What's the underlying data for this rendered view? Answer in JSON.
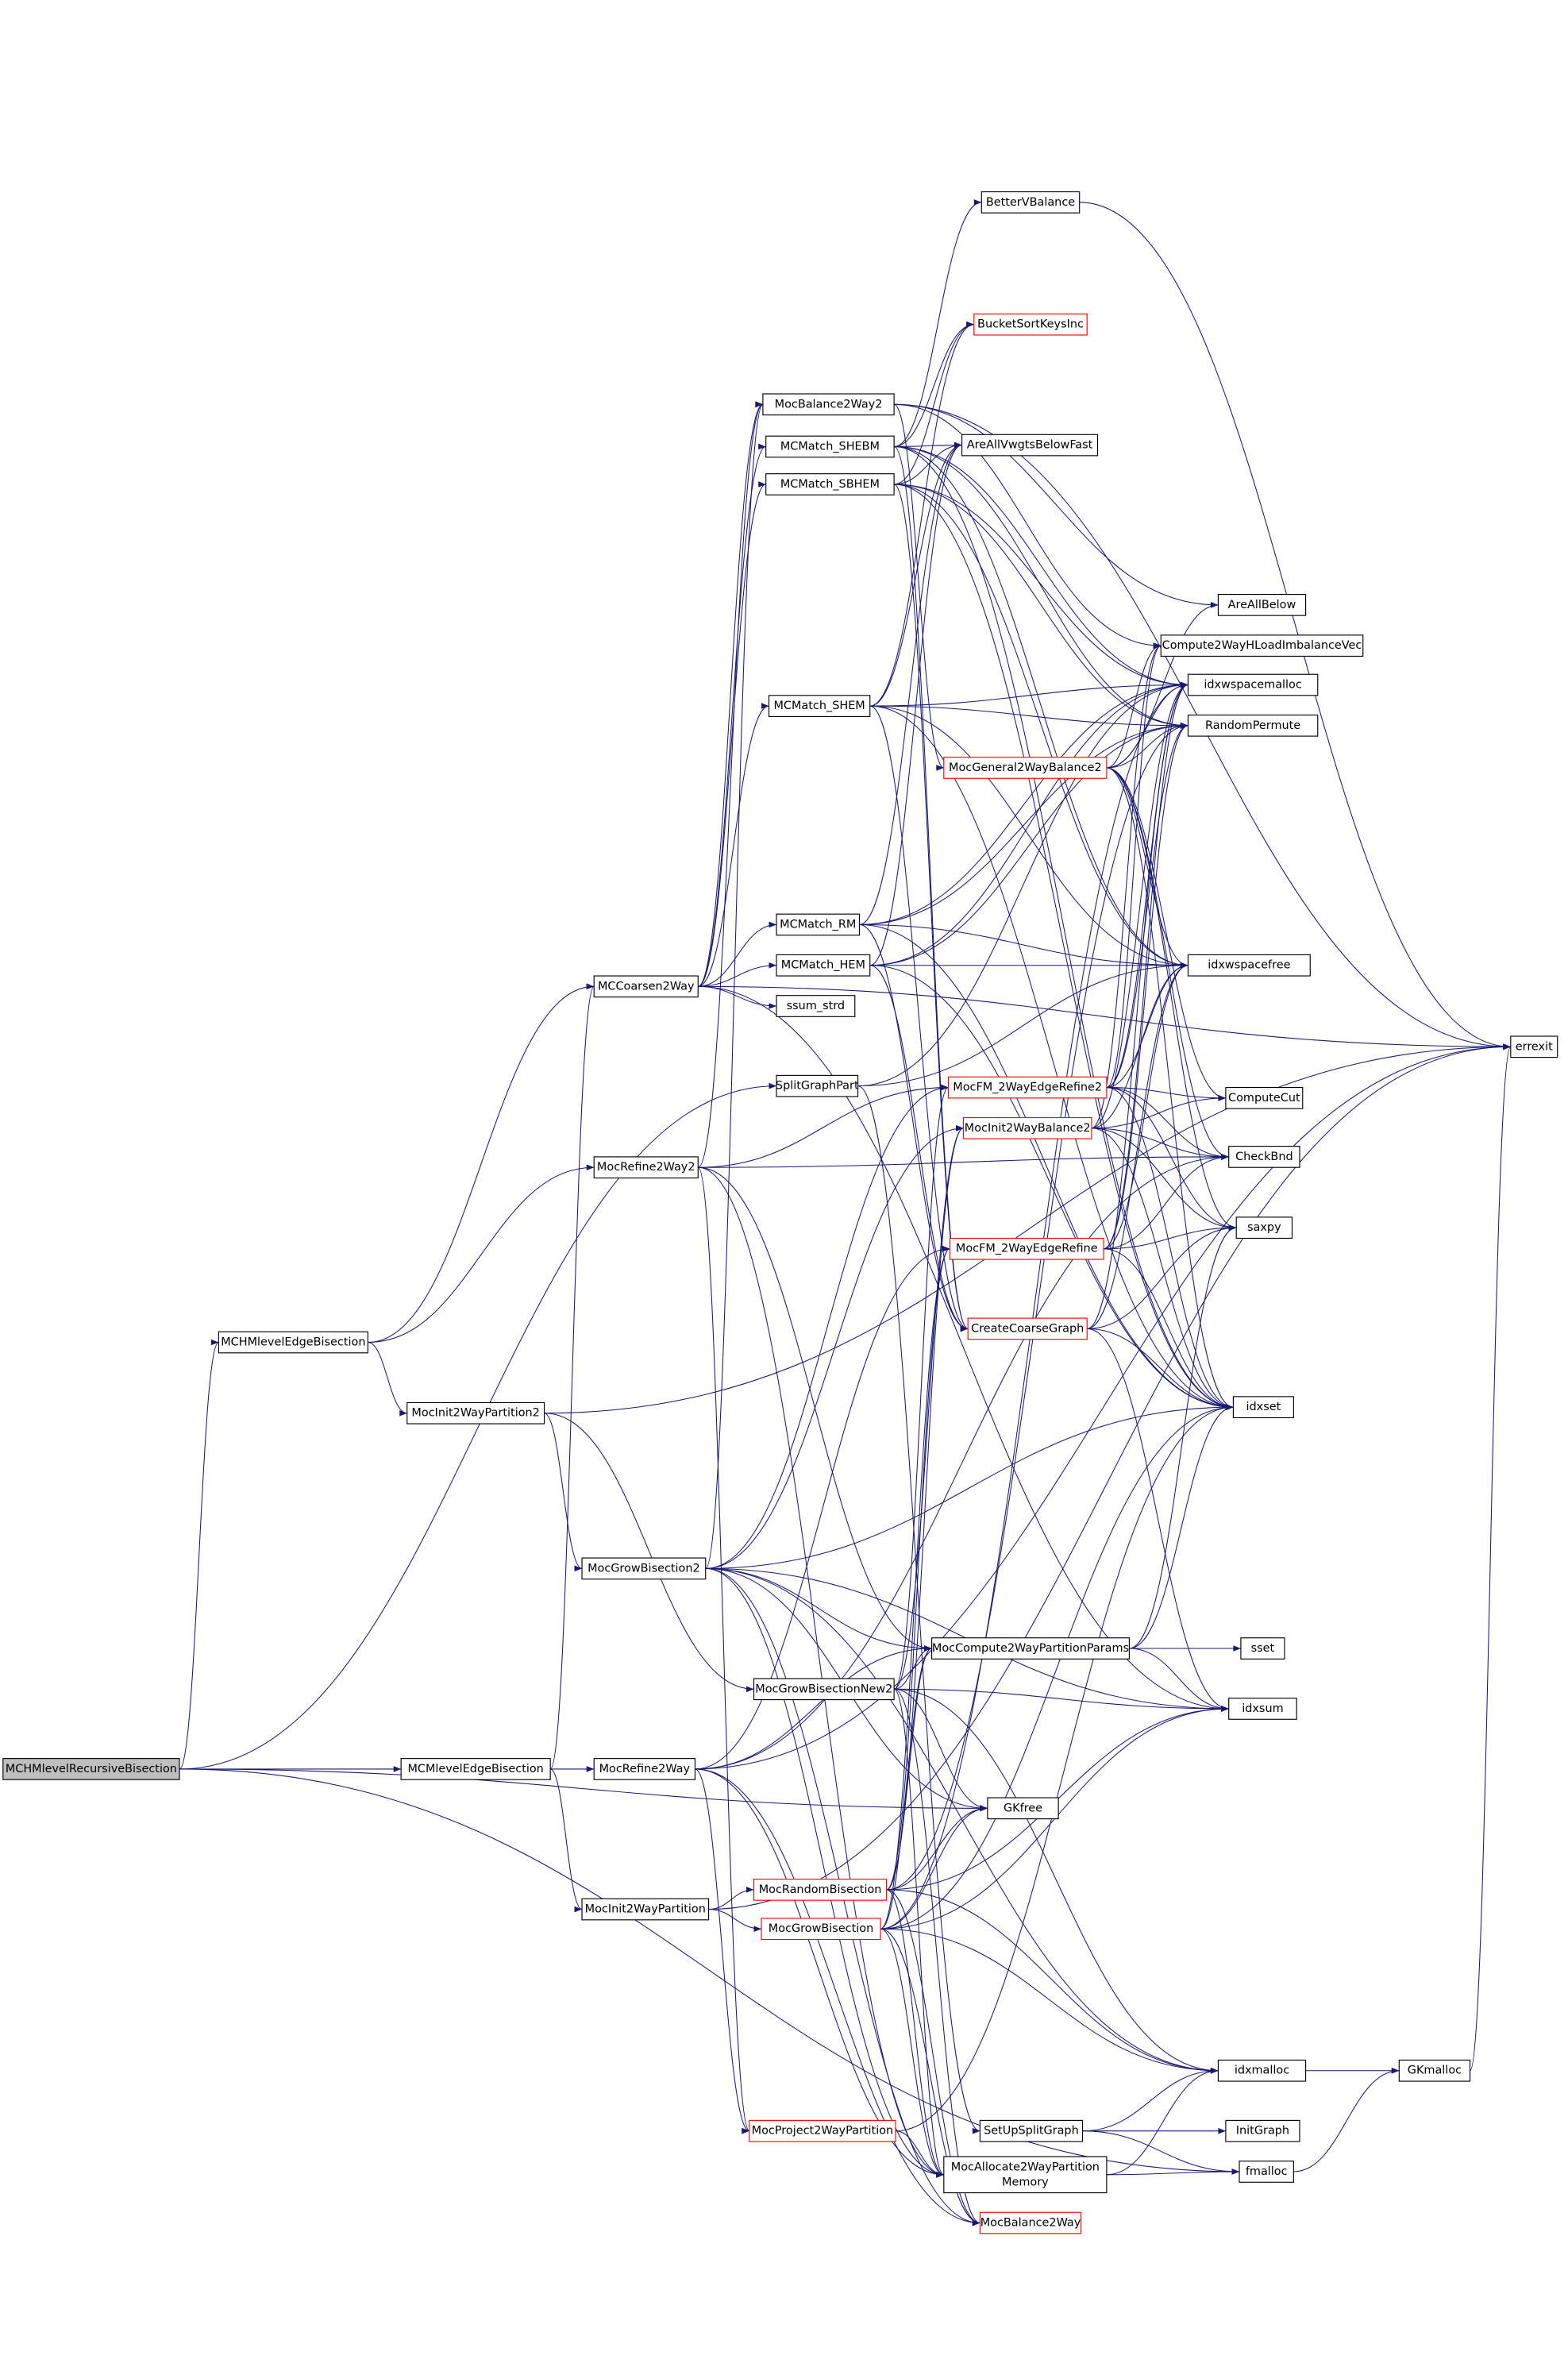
{
  "title": "Call graph for MCHMlevelRecursiveBisection",
  "colors": {
    "edge": "#191970",
    "root_fill": "#bfbfbf",
    "truncated_border": "#ff0000",
    "border": "#000000"
  },
  "nodes": [
    {
      "id": "MCHMlevelRecursiveBisection",
      "label": "MCHMlevelRecursiveBisection",
      "kind": "root"
    },
    {
      "id": "MCMlevelEdgeBisection",
      "label": "MCMlevelEdgeBisection"
    },
    {
      "id": "MCHMlevelEdgeBisection",
      "label": "MCHMlevelEdgeBisection"
    },
    {
      "id": "MocInit2WayPartition2",
      "label": "MocInit2WayPartition2"
    },
    {
      "id": "MocRefine2Way2",
      "label": "MocRefine2Way2"
    },
    {
      "id": "MCCoarsen2Way",
      "label": "MCCoarsen2Way"
    },
    {
      "id": "SplitGraphPart",
      "label": "SplitGraphPart"
    },
    {
      "id": "MCMatch_RM",
      "label": "MCMatch_RM"
    },
    {
      "id": "MCMatch_HEM",
      "label": "MCMatch_HEM"
    },
    {
      "id": "ssum_strd",
      "label": "ssum_strd"
    },
    {
      "id": "MCMatch_SHEM",
      "label": "MCMatch_SHEM"
    },
    {
      "id": "MCMatch_SBHEM",
      "label": "MCMatch_SBHEM"
    },
    {
      "id": "MCMatch_SHEBM",
      "label": "MCMatch_SHEBM"
    },
    {
      "id": "MocBalance2Way2",
      "label": "MocBalance2Way2"
    },
    {
      "id": "MocGrowBisection2",
      "label": "MocGrowBisection2"
    },
    {
      "id": "MocRefine2Way",
      "label": "MocRefine2Way"
    },
    {
      "id": "MocInit2WayPartition",
      "label": "MocInit2WayPartition"
    },
    {
      "id": "MocGrowBisectionNew2",
      "label": "MocGrowBisectionNew2"
    },
    {
      "id": "MocRandomBisection",
      "label": "MocRandomBisection",
      "kind": "red"
    },
    {
      "id": "MocGrowBisection",
      "label": "MocGrowBisection",
      "kind": "red"
    },
    {
      "id": "MocProject2WayPartition",
      "label": "MocProject2WayPartition",
      "kind": "red"
    },
    {
      "id": "SetUpSplitGraph",
      "label": "SetUpSplitGraph"
    },
    {
      "id": "MocAllocate2WayPartitionMemory",
      "label": "MocAllocate2WayPartition",
      "label2": "Memory"
    },
    {
      "id": "MocBalance2Way",
      "label": "MocBalance2Way",
      "kind": "red"
    },
    {
      "id": "BetterVBalance",
      "label": "BetterVBalance"
    },
    {
      "id": "BucketSortKeysInc",
      "label": "BucketSortKeysInc",
      "kind": "red"
    },
    {
      "id": "AreAllVwgtsBelowFast",
      "label": "AreAllVwgtsBelowFast"
    },
    {
      "id": "MocGeneral2WayBalance2",
      "label": "MocGeneral2WayBalance2",
      "kind": "red"
    },
    {
      "id": "MocFM_2WayEdgeRefine2",
      "label": "MocFM_2WayEdgeRefine2",
      "kind": "red"
    },
    {
      "id": "MocInit2WayBalance2",
      "label": "MocInit2WayBalance2",
      "kind": "red"
    },
    {
      "id": "MocFM_2WayEdgeRefine",
      "label": "MocFM_2WayEdgeRefine",
      "kind": "red"
    },
    {
      "id": "CreateCoarseGraph",
      "label": "CreateCoarseGraph",
      "kind": "red"
    },
    {
      "id": "MocCompute2WayPartitionParams",
      "label": "MocCompute2WayPartitionParams"
    },
    {
      "id": "AreAllBelow",
      "label": "AreAllBelow"
    },
    {
      "id": "Compute2WayHLoadImbalanceVec",
      "label": "Compute2WayHLoadImbalanceVec"
    },
    {
      "id": "idxwspacemalloc",
      "label": "idxwspacemalloc"
    },
    {
      "id": "RandomPermute",
      "label": "RandomPermute"
    },
    {
      "id": "idxwspacefree",
      "label": "idxwspacefree"
    },
    {
      "id": "ComputeCut",
      "label": "ComputeCut"
    },
    {
      "id": "CheckBnd",
      "label": "CheckBnd"
    },
    {
      "id": "saxpy",
      "label": "saxpy"
    },
    {
      "id": "idxset",
      "label": "idxset"
    },
    {
      "id": "sset",
      "label": "sset"
    },
    {
      "id": "idxsum",
      "label": "idxsum"
    },
    {
      "id": "GKfree",
      "label": "GKfree"
    },
    {
      "id": "idxmalloc",
      "label": "idxmalloc"
    },
    {
      "id": "InitGraph",
      "label": "InitGraph"
    },
    {
      "id": "fmalloc",
      "label": "fmalloc"
    },
    {
      "id": "GKmalloc",
      "label": "GKmalloc"
    },
    {
      "id": "errexit",
      "label": "errexit"
    }
  ],
  "edges": [
    [
      "MCHMlevelRecursiveBisection",
      "MCMlevelEdgeBisection"
    ],
    [
      "MCHMlevelRecursiveBisection",
      "MCHMlevelEdgeBisection"
    ],
    [
      "MCHMlevelRecursiveBisection",
      "SplitGraphPart"
    ],
    [
      "MCHMlevelRecursiveBisection",
      "GKfree"
    ],
    [
      "MCHMlevelRecursiveBisection",
      "fmalloc"
    ],
    [
      "MCMlevelEdgeBisection",
      "MCCoarsen2Way"
    ],
    [
      "MCMlevelEdgeBisection",
      "MocRefine2Way"
    ],
    [
      "MCMlevelEdgeBisection",
      "MocInit2WayPartition"
    ],
    [
      "MCHMlevelEdgeBisection",
      "MCCoarsen2Way"
    ],
    [
      "MCHMlevelEdgeBisection",
      "MocRefine2Way2"
    ],
    [
      "MCHMlevelEdgeBisection",
      "MocInit2WayPartition2"
    ],
    [
      "MocInit2WayPartition2",
      "MocGrowBisection2"
    ],
    [
      "MocInit2WayPartition2",
      "MocGrowBisectionNew2"
    ],
    [
      "MocInit2WayPartition2",
      "errexit"
    ],
    [
      "MCCoarsen2Way",
      "MCMatch_SHEBM"
    ],
    [
      "MCCoarsen2Way",
      "MCMatch_SBHEM"
    ],
    [
      "MCCoarsen2Way",
      "MCMatch_SHEM"
    ],
    [
      "MCCoarsen2Way",
      "MCMatch_RM"
    ],
    [
      "MCCoarsen2Way",
      "MCMatch_HEM"
    ],
    [
      "MCCoarsen2Way",
      "ssum_strd"
    ],
    [
      "MCCoarsen2Way",
      "errexit"
    ],
    [
      "MCCoarsen2Way",
      "idxsum"
    ],
    [
      "MCCoarsen2Way",
      "MocBalance2Way2"
    ],
    [
      "MocRefine2Way2",
      "MocBalance2Way2"
    ],
    [
      "MocRefine2Way2",
      "MocFM_2WayEdgeRefine2"
    ],
    [
      "MocRefine2Way2",
      "CheckBnd"
    ],
    [
      "MocRefine2Way2",
      "MocCompute2WayPartitionParams"
    ],
    [
      "MocRefine2Way2",
      "MocProject2WayPartition"
    ],
    [
      "MocRefine2Way2",
      "MocAllocate2WayPartitionMemory"
    ],
    [
      "MocGrowBisection2",
      "MocFM_2WayEdgeRefine2"
    ],
    [
      "MocGrowBisection2",
      "idxset"
    ],
    [
      "MocGrowBisection2",
      "MocCompute2WayPartitionParams"
    ],
    [
      "MocGrowBisection2",
      "GKfree"
    ],
    [
      "MocGrowBisection2",
      "idxsum"
    ],
    [
      "MocGrowBisection2",
      "MocBalance2Way2"
    ],
    [
      "MocGrowBisection2",
      "MocAllocate2WayPartitionMemory"
    ],
    [
      "MocGrowBisection2",
      "MocBalance2Way"
    ],
    [
      "MocGrowBisection2",
      "idxmalloc"
    ],
    [
      "MocGrowBisection2",
      "MocInit2WayBalance2"
    ],
    [
      "MocRefine2Way",
      "MocFM_2WayEdgeRefine"
    ],
    [
      "MocRefine2Way",
      "CheckBnd"
    ],
    [
      "MocRefine2Way",
      "MocCompute2WayPartitionParams"
    ],
    [
      "MocRefine2Way",
      "MocProject2WayPartition"
    ],
    [
      "MocRefine2Way",
      "MocBalance2Way"
    ],
    [
      "MocRefine2Way",
      "MocAllocate2WayPartitionMemory"
    ],
    [
      "MocRefine2Way",
      "errexit"
    ],
    [
      "MocInit2WayPartition",
      "MocRandomBisection"
    ],
    [
      "MocInit2WayPartition",
      "MocGrowBisection"
    ],
    [
      "MocInit2WayPartition",
      "errexit"
    ],
    [
      "MocGrowBisectionNew2",
      "MocCompute2WayPartitionParams"
    ],
    [
      "MocGrowBisectionNew2",
      "MocInit2WayBalance2"
    ],
    [
      "MocGrowBisectionNew2",
      "MocFM_2WayEdgeRefine2"
    ],
    [
      "MocGrowBisectionNew2",
      "idxsum"
    ],
    [
      "MocGrowBisectionNew2",
      "idxmalloc"
    ],
    [
      "MocGrowBisectionNew2",
      "GKfree"
    ],
    [
      "MocGrowBisectionNew2",
      "MocAllocate2WayPartitionMemory"
    ],
    [
      "MocGrowBisectionNew2",
      "MocBalance2Way"
    ],
    [
      "MocRandomBisection",
      "MocCompute2WayPartitionParams"
    ],
    [
      "MocRandomBisection",
      "MocInit2WayBalance2"
    ],
    [
      "MocRandomBisection",
      "MocFM_2WayEdgeRefine"
    ],
    [
      "MocRandomBisection",
      "GKfree"
    ],
    [
      "MocRandomBisection",
      "idxmalloc"
    ],
    [
      "MocRandomBisection",
      "idxsum"
    ],
    [
      "MocRandomBisection",
      "MocAllocate2WayPartitionMemory"
    ],
    [
      "MocRandomBisection",
      "MocBalance2Way"
    ],
    [
      "MocRandomBisection",
      "RandomPermute"
    ],
    [
      "MocGrowBisection",
      "MocCompute2WayPartitionParams"
    ],
    [
      "MocGrowBisection",
      "GKfree"
    ],
    [
      "MocGrowBisection",
      "idxmalloc"
    ],
    [
      "MocGrowBisection",
      "idxsum"
    ],
    [
      "MocGrowBisection",
      "idxset"
    ],
    [
      "MocGrowBisection",
      "MocAllocate2WayPartitionMemory"
    ],
    [
      "MocGrowBisection",
      "MocBalance2Way"
    ],
    [
      "MocGrowBisection",
      "MocFM_2WayEdgeRefine"
    ],
    [
      "MocGrowBisection",
      "idxwspacemalloc"
    ],
    [
      "MocProject2WayPartition",
      "MocAllocate2WayPartitionMemory"
    ],
    [
      "MocProject2WayPartition",
      "idxset"
    ],
    [
      "SplitGraphPart",
      "SetUpSplitGraph"
    ],
    [
      "SplitGraphPart",
      "idxwspacefree"
    ],
    [
      "SplitGraphPart",
      "idxwspacemalloc"
    ],
    [
      "SetUpSplitGraph",
      "idxmalloc"
    ],
    [
      "SetUpSplitGraph",
      "InitGraph"
    ],
    [
      "SetUpSplitGraph",
      "fmalloc"
    ],
    [
      "MocAllocate2WayPartitionMemory",
      "idxmalloc"
    ],
    [
      "MocAllocate2WayPartitionMemory",
      "fmalloc"
    ],
    [
      "idxmalloc",
      "GKmalloc"
    ],
    [
      "fmalloc",
      "GKmalloc"
    ],
    [
      "GKmalloc",
      "errexit"
    ],
    [
      "MCMatch_RM",
      "RandomPermute"
    ],
    [
      "MCMatch_RM",
      "idxwspacemalloc"
    ],
    [
      "MCMatch_RM",
      "idxwspacefree"
    ],
    [
      "MCMatch_RM",
      "CreateCoarseGraph"
    ],
    [
      "MCMatch_RM",
      "AreAllVwgtsBelowFast"
    ],
    [
      "MCMatch_RM",
      "idxset"
    ],
    [
      "MCMatch_HEM",
      "idxwspacefree"
    ],
    [
      "MCMatch_HEM",
      "RandomPermute"
    ],
    [
      "MCMatch_HEM",
      "idxwspacemalloc"
    ],
    [
      "MCMatch_HEM",
      "CreateCoarseGraph"
    ],
    [
      "MCMatch_HEM",
      "AreAllVwgtsBelowFast"
    ],
    [
      "MCMatch_HEM",
      "idxset"
    ],
    [
      "MCMatch_SHEM",
      "BucketSortKeysInc"
    ],
    [
      "MCMatch_SHEM",
      "idxwspacemalloc"
    ],
    [
      "MCMatch_SHEM",
      "idxwspacefree"
    ],
    [
      "MCMatch_SHEM",
      "CreateCoarseGraph"
    ],
    [
      "MCMatch_SHEM",
      "AreAllVwgtsBelowFast"
    ],
    [
      "MCMatch_SHEM",
      "RandomPermute"
    ],
    [
      "MCMatch_SHEM",
      "idxset"
    ],
    [
      "MCMatch_SBHEM",
      "BucketSortKeysInc"
    ],
    [
      "MCMatch_SBHEM",
      "AreAllVwgtsBelowFast"
    ],
    [
      "MCMatch_SBHEM",
      "idxwspacemalloc"
    ],
    [
      "MCMatch_SBHEM",
      "idxwspacefree"
    ],
    [
      "MCMatch_SBHEM",
      "CreateCoarseGraph"
    ],
    [
      "MCMatch_SBHEM",
      "RandomPermute"
    ],
    [
      "MCMatch_SBHEM",
      "idxset"
    ],
    [
      "MCMatch_SHEBM",
      "BetterVBalance"
    ],
    [
      "MCMatch_SHEBM",
      "BucketSortKeysInc"
    ],
    [
      "MCMatch_SHEBM",
      "AreAllVwgtsBelowFast"
    ],
    [
      "MCMatch_SHEBM",
      "idxwspacemalloc"
    ],
    [
      "MCMatch_SHEBM",
      "idxwspacefree"
    ],
    [
      "MCMatch_SHEBM",
      "CreateCoarseGraph"
    ],
    [
      "MCMatch_SHEBM",
      "RandomPermute"
    ],
    [
      "MCMatch_SHEBM",
      "idxset"
    ],
    [
      "MocBalance2Way2",
      "MocGeneral2WayBalance2"
    ],
    [
      "MocBalance2Way2",
      "errexit"
    ],
    [
      "MocBalance2Way2",
      "AreAllBelow"
    ],
    [
      "MocBalance2Way2",
      "Compute2WayHLoadImbalanceVec"
    ],
    [
      "BetterVBalance",
      "errexit"
    ],
    [
      "MocGeneral2WayBalance2",
      "AreAllBelow"
    ],
    [
      "MocGeneral2WayBalance2",
      "Compute2WayHLoadImbalanceVec"
    ],
    [
      "MocGeneral2WayBalance2",
      "idxwspacemalloc"
    ],
    [
      "MocGeneral2WayBalance2",
      "RandomPermute"
    ],
    [
      "MocGeneral2WayBalance2",
      "idxwspacefree"
    ],
    [
      "MocGeneral2WayBalance2",
      "ComputeCut"
    ],
    [
      "MocGeneral2WayBalance2",
      "CheckBnd"
    ],
    [
      "MocGeneral2WayBalance2",
      "saxpy"
    ],
    [
      "MocGeneral2WayBalance2",
      "idxset"
    ],
    [
      "MocFM_2WayEdgeRefine2",
      "Compute2WayHLoadImbalanceVec"
    ],
    [
      "MocFM_2WayEdgeRefine2",
      "idxwspacemalloc"
    ],
    [
      "MocFM_2WayEdgeRefine2",
      "RandomPermute"
    ],
    [
      "MocFM_2WayEdgeRefine2",
      "idxwspacefree"
    ],
    [
      "MocFM_2WayEdgeRefine2",
      "ComputeCut"
    ],
    [
      "MocFM_2WayEdgeRefine2",
      "CheckBnd"
    ],
    [
      "MocFM_2WayEdgeRefine2",
      "saxpy"
    ],
    [
      "MocFM_2WayEdgeRefine2",
      "idxset"
    ],
    [
      "MocInit2WayBalance2",
      "idxwspacemalloc"
    ],
    [
      "MocInit2WayBalance2",
      "idxwspacefree"
    ],
    [
      "MocInit2WayBalance2",
      "ComputeCut"
    ],
    [
      "MocInit2WayBalance2",
      "CheckBnd"
    ],
    [
      "MocInit2WayBalance2",
      "saxpy"
    ],
    [
      "MocInit2WayBalance2",
      "idxset"
    ],
    [
      "MocInit2WayBalance2",
      "Compute2WayHLoadImbalanceVec"
    ],
    [
      "MocFM_2WayEdgeRefine",
      "idxwspacemalloc"
    ],
    [
      "MocFM_2WayEdgeRefine",
      "RandomPermute"
    ],
    [
      "MocFM_2WayEdgeRefine",
      "idxwspacefree"
    ],
    [
      "MocFM_2WayEdgeRefine",
      "CheckBnd"
    ],
    [
      "MocFM_2WayEdgeRefine",
      "saxpy"
    ],
    [
      "MocFM_2WayEdgeRefine",
      "idxset"
    ],
    [
      "CreateCoarseGraph",
      "idxwspacemalloc"
    ],
    [
      "CreateCoarseGraph",
      "idxwspacefree"
    ],
    [
      "CreateCoarseGraph",
      "saxpy"
    ],
    [
      "CreateCoarseGraph",
      "idxset"
    ],
    [
      "CreateCoarseGraph",
      "idxsum"
    ],
    [
      "MocCompute2WayPartitionParams",
      "sset"
    ],
    [
      "MocCompute2WayPartitionParams",
      "idxsum"
    ],
    [
      "MocCompute2WayPartitionParams",
      "idxset"
    ],
    [
      "MocCompute2WayPartitionParams",
      "saxpy"
    ]
  ]
}
